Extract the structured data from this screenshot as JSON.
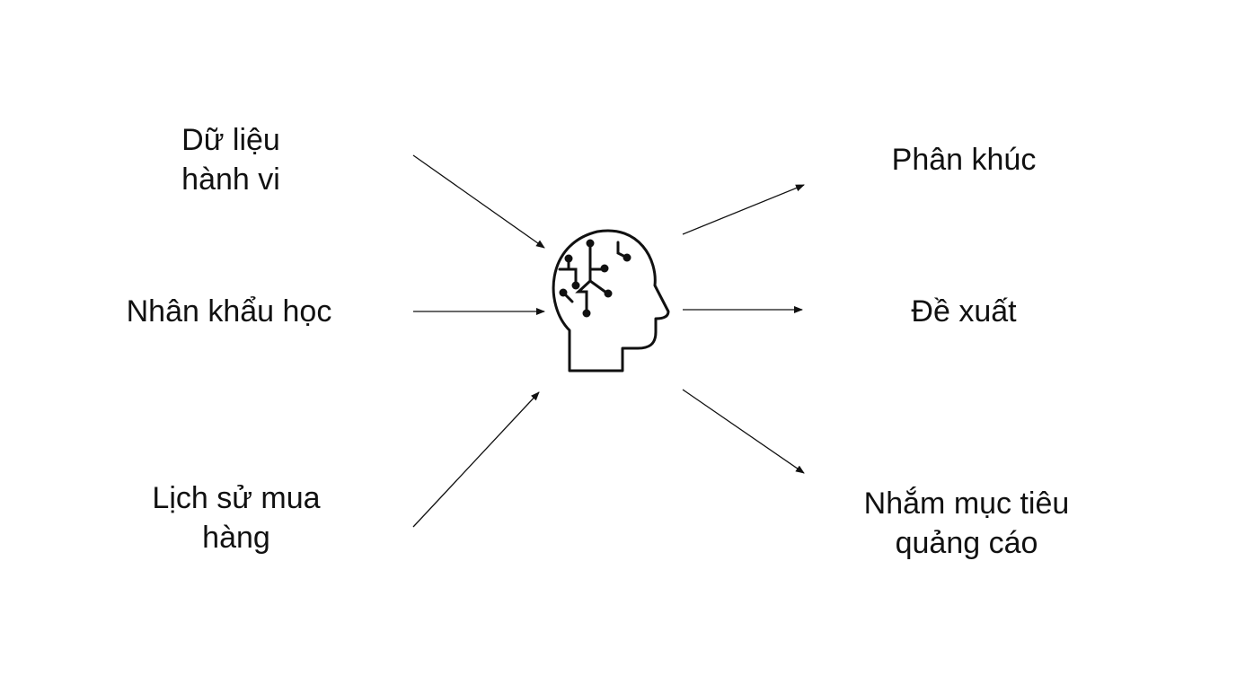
{
  "inputs": [
    {
      "lines": [
        "Dữ liệu",
        "hành vi"
      ]
    },
    {
      "lines": [
        "Nhân khẩu học"
      ]
    },
    {
      "lines": [
        "Lịch sử mua",
        "hàng"
      ]
    }
  ],
  "center": {
    "icon": "ai-brain-head-icon"
  },
  "outputs": [
    {
      "lines": [
        "Phân khúc"
      ]
    },
    {
      "lines": [
        "Đề xuất"
      ]
    },
    {
      "lines": [
        "Nhắm mục tiêu",
        "quảng cáo"
      ]
    }
  ],
  "colors": {
    "stroke": "#111111",
    "background": "#ffffff"
  }
}
